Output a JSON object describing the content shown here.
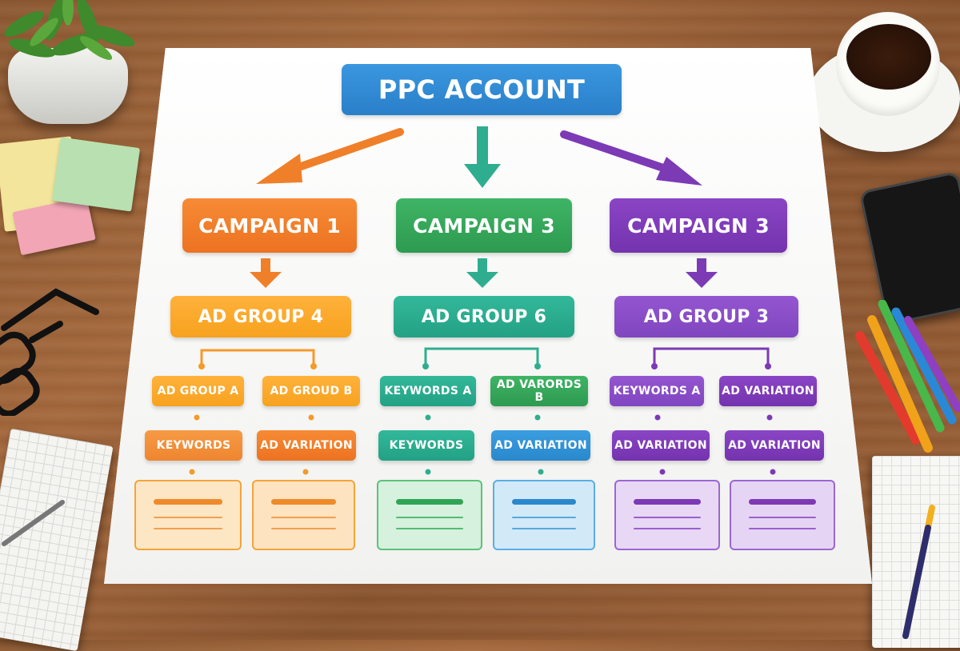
{
  "diagram": {
    "root": {
      "label": "PPC ACCOUNT"
    },
    "campaigns": [
      {
        "label": "CAMPAIGN 1",
        "color": "#ef7a28",
        "ad_group": "AD GROUP 4",
        "sub_top": [
          "AD GROUP A",
          "AD GROUD B"
        ],
        "sub_bottom": [
          "KEYWORDS",
          "AD VARIATION"
        ]
      },
      {
        "label": "CAMPAIGN 3",
        "color": "#33a55a",
        "ad_group": "AD GROUP 6",
        "sub_top": [
          "KEYWORDS A",
          "AD VARORDS B"
        ],
        "sub_bottom": [
          "KEYWORDS",
          "AD VARIATION"
        ]
      },
      {
        "label": "CAMPAIGN 3",
        "color": "#7c3ab5",
        "ad_group": "AD GROUP 3",
        "sub_top": [
          "KEYWORDS A",
          "AD VARIATION"
        ],
        "sub_bottom": [
          "AD VARIATION",
          "AD VARIATION"
        ]
      }
    ]
  }
}
